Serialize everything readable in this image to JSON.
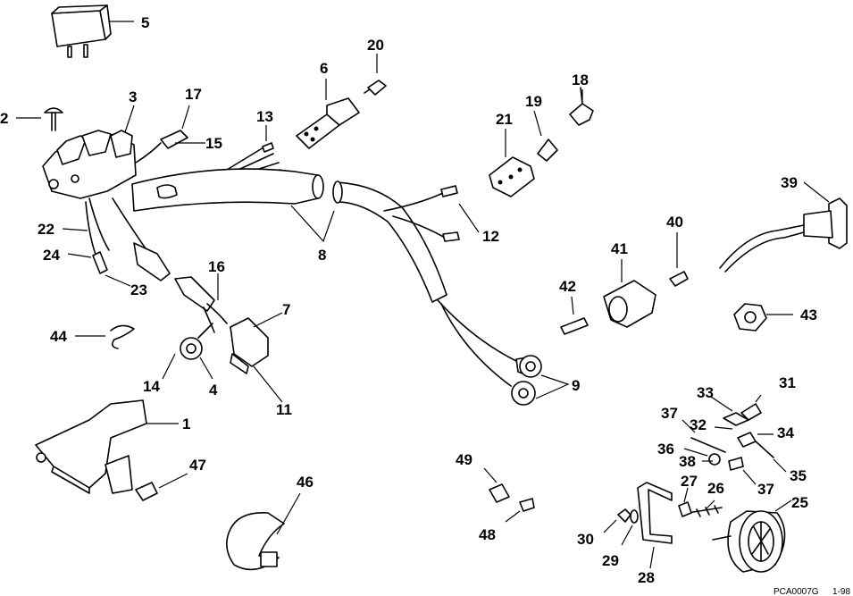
{
  "diagram": {
    "callouts": [
      "1",
      "2",
      "3",
      "4",
      "5",
      "6",
      "7",
      "8",
      "9",
      "11",
      "12",
      "13",
      "14",
      "15",
      "16",
      "17",
      "18",
      "19",
      "20",
      "21",
      "22",
      "23",
      "24",
      "25",
      "26",
      "27",
      "28",
      "29",
      "30",
      "31",
      "32",
      "33",
      "34",
      "35",
      "36",
      "37",
      "38",
      "39",
      "40",
      "41",
      "42",
      "43",
      "44",
      "46",
      "47",
      "48",
      "49"
    ],
    "footer_code": "PCA0007G",
    "footer_date": "1-98"
  }
}
